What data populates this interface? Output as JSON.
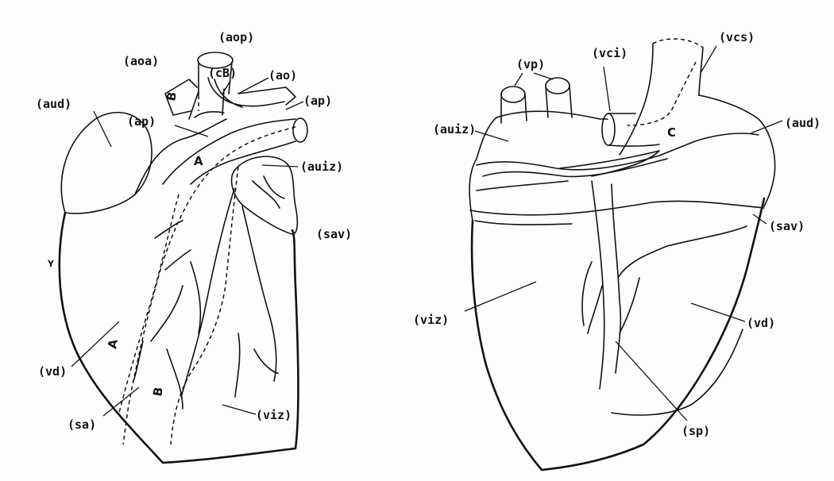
{
  "anterior_view": {
    "labels": {
      "aop": "(aop)",
      "aoa": "(aoa)",
      "cB": "(cB)",
      "ao": "(ao)",
      "aud": "(aud)",
      "ap_left": "(ap)",
      "ap_right": "(ap)",
      "auiz": "(auiz)",
      "sav": "(sav)",
      "vd": "(vd)",
      "sa": "(sa)",
      "viz": "(viz)"
    },
    "path_letters": {
      "A_top": "A",
      "A_bottom": "A",
      "B_top": "B",
      "B_bottom": "B"
    },
    "mark_y": "Y"
  },
  "posterior_view": {
    "labels": {
      "vp": "(vp)",
      "vci": "(vci)",
      "vcs": "(vcs)",
      "auiz": "(auiz)",
      "aud": "(aud)",
      "sav": "(sav)",
      "viz": "(viz)",
      "vd": "(vd)",
      "sp": "(sp)"
    },
    "path_letters": {
      "C": "C"
    }
  }
}
